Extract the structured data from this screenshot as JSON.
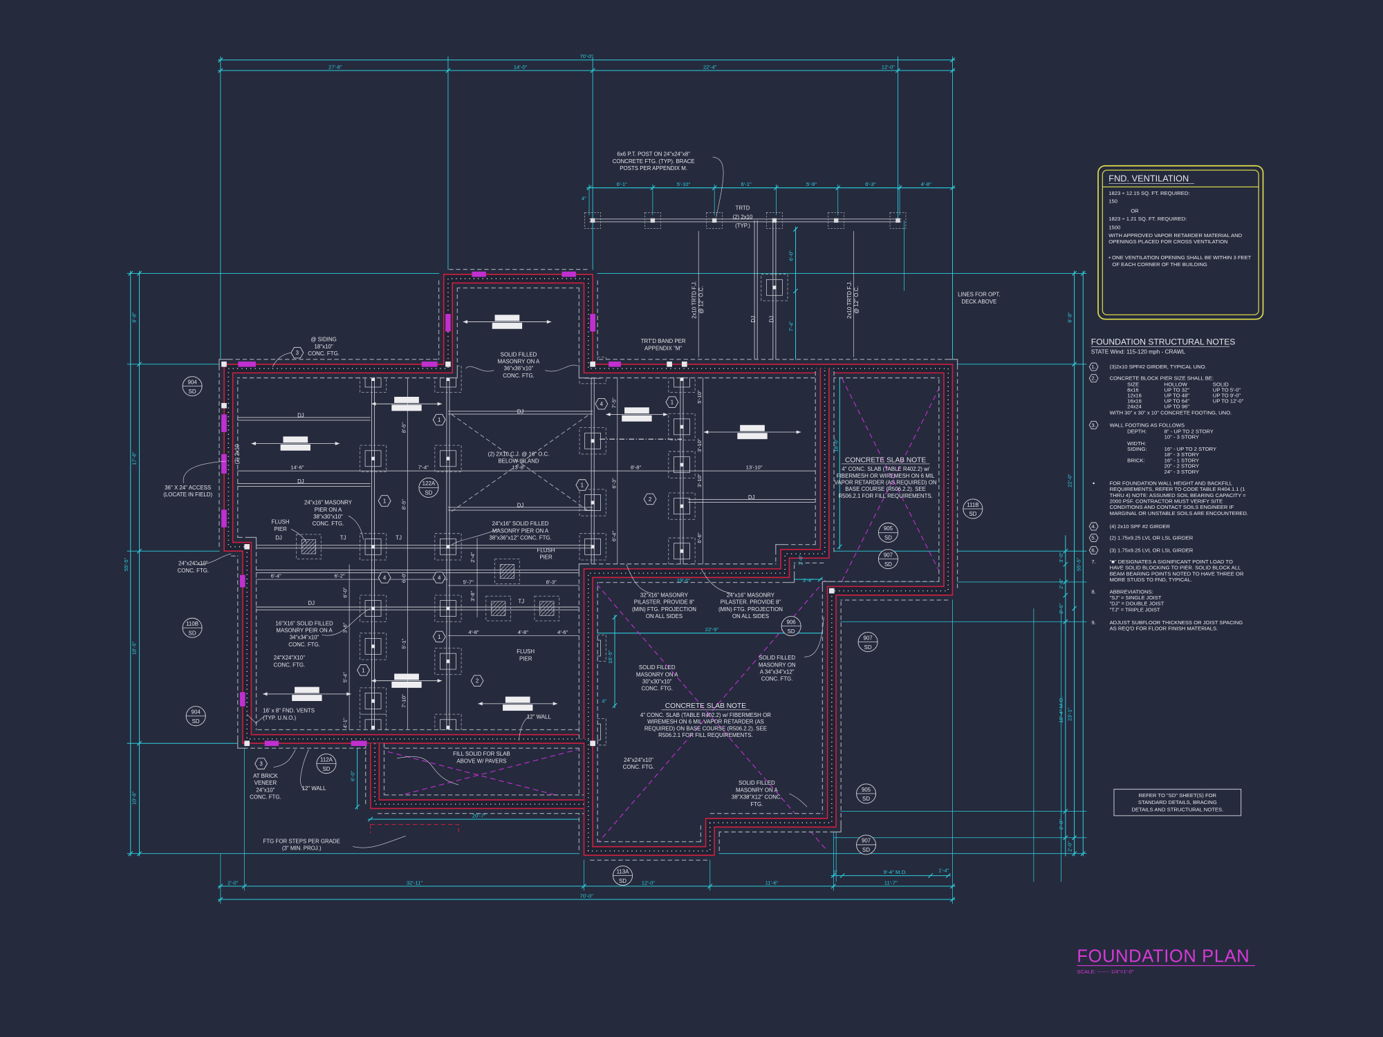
{
  "colors": {
    "background": "#252a3d",
    "dimension": "#2cd0de",
    "wall": "#d02040",
    "vent": "#c030d0",
    "linework": "#e4e4e8",
    "ventilation_box": "#d6d64a",
    "title": "#d83ad8"
  },
  "title": {
    "main": "FOUNDATION PLAN",
    "scale": "SCALE: ------- 1/4\"=1'-0\""
  },
  "ventilation": {
    "heading": "FND. VENTILATION",
    "calc1": "1823 ÷ 12.15 SQ. FT. REQUIRED:",
    "value1": "150",
    "or": "OR",
    "calc2": "1823 ÷ 1.21 SQ. FT. REQUIRED:",
    "value2": "1500",
    "body": [
      "WITH APPROVED VAPOR RETARDER MATERIAL AND",
      "OPENINGS PLACED FOR CROSS VENTILATION"
    ],
    "bullet": [
      "• ONE VENTILATION OPENING SHALL BE WITHIN 3 FEET",
      "OF EACH CORNER OF THE BUILDING"
    ]
  },
  "structural_notes": {
    "heading": "FOUNDATION STRUCTURAL NOTES",
    "subheading": "STATE Wind: 115-120 mph - CRAWL",
    "note1": {
      "tag": "1.",
      "text": "(3)2x10 SPF#2 GIRDER, TYPICAL UNO."
    },
    "note2": {
      "tag": "2.",
      "text": "CONCRETE BLOCK PIER SIZE SHALL BE:"
    },
    "pier_table": {
      "headers": [
        "SIZE",
        "HOLLOW",
        "SOLID"
      ],
      "rows": [
        [
          "8x16",
          "UP TO 32\"",
          "UP TO 5'-0\""
        ],
        [
          "12x16",
          "UP TO 48\"",
          "UP TO 9'-0\""
        ],
        [
          "16x16",
          "UP TO 64\"",
          "UP TO 12'-0\""
        ],
        [
          "24x24",
          "UP TO 96\"",
          ""
        ]
      ],
      "footnote": "WITH 30\" x 30\" x 10\" CONCRETE FOOTING, UNO."
    },
    "note3": {
      "tag": "3.",
      "text": "WALL FOOTING AS FOLLOWS",
      "depth_label": "DEPTH:",
      "depth": [
        "8\" - UP TO 2 STORY",
        "10\" - 3 STORY"
      ],
      "width_label": "WIDTH:",
      "siding_label": "SIDING:",
      "siding": [
        "16\" - UP TO 2 STORY",
        "18\" - 3 STORY"
      ],
      "brick_label": "BRICK:",
      "brick": [
        "16\" - 1 STORY",
        "20\" - 2 STORY",
        "24\" - 3 STORY"
      ]
    },
    "wall_height_note": [
      "FOR FOUNDATION WALL HEIGHT AND BACKFILL",
      "REQUIREMENTS, REFER TO CODE TABLE R404.1.1 (1",
      "THRU 4) NOTE: ASSUMED SOIL BEARING CAPACITY =",
      "2000 PSF. CONTRACTOR MUST VERIFY SITE",
      "CONDITIONS AND CONTACT SOILS ENGINEER IF",
      "MARGINAL OR UNSTABLE SOILS ARE ENCOUNTERED."
    ],
    "more": [
      {
        "tag": "4.",
        "lines": [
          "(4) 2x10 SPF #2 GIRDER"
        ]
      },
      {
        "tag": "5.",
        "lines": [
          "(2) 1.75x9.25 LVL OR LSL GIRDER"
        ]
      },
      {
        "tag": "6.",
        "lines": [
          "(3) 1.75x9.25 LVL OR LSL GIRDER"
        ]
      },
      {
        "tag": "7.",
        "lines": [
          "\"■\" DESIGNATES A SIGNIFICANT POINT LOAD TO",
          "HAVE SOLID BLOCKING TO  PIER. SOLID BLOCK ALL",
          "BEAM BEARING POINTS NOTED TO HAVE THREE OR",
          "MORE STUDS TO FND, TYPICAL."
        ]
      },
      {
        "tag": "8.",
        "lines": [
          "ABBREVIATIONS:",
          "\"SJ\" = SINGLE JOIST",
          "\"DJ\" = DOUBLE JOIST",
          "\"TJ\" = TRIPLE JOIST"
        ]
      },
      {
        "tag": "9.",
        "lines": [
          "ADJUST SUBFLOOR THICKNESS OR JOIST SPACING",
          "AS REQ'D FOR FLOOR FINISH MATERIALS."
        ]
      }
    ]
  },
  "refer_box": [
    "REFER TO \"SD\"  SHEET(S) FOR",
    "STANDARD DETAILS, BRACING",
    "DETAILS AND STRUCTURAL NOTES."
  ],
  "plan": {
    "dimensions_exterior": [
      "70'-0\"",
      "27'-8\"",
      "14'-0\"",
      "22'-4\"",
      "12'-0\"",
      "6'-1\"",
      "5'-10\"",
      "6'-1\"",
      "5'-9\"",
      "6'-3\"",
      "4'-8\"",
      "4\"",
      "8'-8\"",
      "17'-8\"",
      "55'-5\"",
      "18'-5\"",
      "10'-8\"",
      "8'-8\"",
      "22'-0\"",
      "55'-5\"",
      "3'-0\"",
      "2'-0\"",
      "2'-6\"",
      "18'-4\" M.O.",
      "23'-1\"",
      "2'-0\"",
      "2'-0\"",
      "2'-0\"",
      "32'-11\"",
      "12'-0\"",
      "11'-6\"",
      "11'-7\"",
      "70'-0\"",
      "9'-4\" M.O.",
      "1'-4\"",
      "1'",
      "19'-0\"",
      "3'-4\"",
      "2'-0\"",
      "22'-9\"",
      "16'-5\"",
      "4\"",
      "6'-0\"",
      "20'-7\"",
      "18'-0\"",
      "6'-0\"",
      "7'-4\""
    ],
    "dimensions_framing": [
      "14'-6\"",
      "7'-4\"",
      "13'-8\"",
      "8'-8\"",
      "13'-10\"",
      "8'-5\"",
      "8'-5\"",
      "7'-5\"",
      "5'-10\"",
      "3'-10\"",
      "3'-10\"",
      "6'-3\"",
      "6'-4\"",
      "6'-6\"",
      "6'-4\"",
      "6'-2\"",
      "5'-7\"",
      "8'-3\"",
      "6'-0\"",
      "6'-0\"",
      "3'-8\"",
      "2'-4\"",
      "4'-8\"",
      "4'-8\"",
      "4'-6\"",
      "3'-6\"",
      "5'-1\"",
      "5'-4\"",
      "7'-10\"",
      "4'-1\""
    ],
    "joist_marks": [
      "DJ",
      "DJ",
      "DJ",
      "DJ",
      "DJ",
      "DJ",
      "TJ",
      "TJ",
      "DJ",
      "TJ",
      "DJ",
      "DJ"
    ],
    "notes": [
      {
        "lines": [
          "6x6 P.T. POST ON 24\"x24\"x8\"",
          "CONCRETE FTG. (TYP). BRACE",
          "POSTS PER APPENDIX M."
        ]
      },
      {
        "lines": [
          "TRTD",
          "(2) 2x10",
          "(TYP.)"
        ]
      },
      {
        "lines": [
          "2x10 TRTD F.J.",
          "@ 12\" O.C."
        ]
      },
      {
        "lines": [
          "2x10 TRTD F.J.",
          "@ 12\" O.C."
        ]
      },
      {
        "lines": [
          "LINES FOR OPT.",
          "DECK ABOVE"
        ]
      },
      {
        "lines": [
          "@ SIDING",
          "18\"x10\"",
          "CONC. FTG."
        ]
      },
      {
        "lines": [
          "SOLID FILLED",
          "MASONRY ON A",
          "36\"x36\"x10\"",
          "CONC. FTG."
        ]
      },
      {
        "lines": [
          "TRT'D BAND PER",
          "APPENDIX \"M\""
        ]
      },
      {
        "lines": [
          "(2) 2x10"
        ]
      },
      {
        "lines": [
          "36\" X 24\" ACCESS",
          "(LOCATE IN FIELD)"
        ]
      },
      {
        "lines": [
          "(2) 2X10 C.J. @ 16\" O.C.",
          "BELOW ISLAND"
        ]
      },
      {
        "lines": [
          "24\"x16\" MASONRY",
          "PIER ON A",
          "38\"x30\"x10\"",
          "CONC. FTG."
        ]
      },
      {
        "lines": [
          "FLUSH",
          "PIER"
        ]
      },
      {
        "lines": [
          "24\"x16\" SOLID FILLED",
          "MASONRY PIER ON A",
          "38\"x36\"x12\" CONC. FTG."
        ]
      },
      {
        "lines": [
          "FLUSH",
          "PIER"
        ]
      },
      {
        "lines": [
          "24\"x24\"x10\"",
          "CONC. FTG."
        ]
      },
      {
        "lines": [
          "16\"X16\" SOLID FILLED",
          "MASONRY PEIR ON A",
          "34\"x34\"x10\"",
          "CONC. FTG."
        ]
      },
      {
        "lines": [
          "24\"X24\"X10\"",
          "CONC. FTG."
        ]
      },
      {
        "lines": [
          "FLUSH",
          "PIER"
        ]
      },
      {
        "lines": [
          "16' x 8\" FND. VENTS",
          "(TYP. U.N.O.)"
        ]
      },
      {
        "lines": [
          "12\" WALL"
        ]
      },
      {
        "lines": [
          "AT BRICK",
          "VENEER",
          "24\"x10\"",
          "CONC. FTG."
        ]
      },
      {
        "lines": [
          "12\" WALL"
        ]
      },
      {
        "lines": [
          "FILL SOLID FOR SLAB",
          "ABOVE W/ PAVERS"
        ]
      },
      {
        "lines": [
          "FTG FOR STEPS PER GRADE",
          "(3\" MIN. PROJ.)"
        ]
      },
      {
        "lines": [
          "32\"x16\" MASONRY",
          "PILASTER.  PROVIDE 8\"",
          "(MIN) FTG. PROJECTION",
          "ON ALL SIDES"
        ]
      },
      {
        "lines": [
          "24\"x16\" MASONRY",
          "PILASTER.  PROVIDE 8\"",
          "(MIN) FTG. PROJECTION",
          "ON ALL SIDES"
        ]
      },
      {
        "lines": [
          "SOLID FILLED",
          "MASONRY ON A",
          "30\"x30\"x10\"",
          "CONC. FTG."
        ]
      },
      {
        "lines": [
          "SOLID FILLED",
          "MASONRY ON",
          "A 34\"x34\"x12\"",
          "CONC. FTG."
        ]
      },
      {
        "lines": [
          "24\"x24\"x10\"",
          "CONC. FTG."
        ]
      },
      {
        "lines": [
          "SOLID FILLED",
          "MASONRY ON A",
          "38\"X38\"X12\" CONC.",
          "FTG."
        ]
      }
    ],
    "slab_notes": [
      {
        "heading": "CONCRETE SLAB NOTE",
        "lines": [
          "4\" CONC. SLAB (TABLE R402.2) w/ FIBERMESH OR",
          "WIREMESH ON 6 MIL VAPOR RETARDER (AS",
          "REQUIRED) ON BASE COURSE (R506.2.2). SEE",
          "R506.2.1 FOR FILL REQUIREMENTS."
        ]
      },
      {
        "heading": "CONCRETE SLAB NOTE",
        "lines": [
          "4\" CONC. SLAB (TABLE R402.2) w/",
          "FIBERMESH OR WIREMESH ON 6 MIL",
          "VAPOR RETARDER (AS REQUIRED) ON",
          "BASE COURSE (R506.2.2). SEE",
          "R506.2.1 FOR FILL REQUIREMENTS."
        ]
      }
    ],
    "section_callouts": [
      {
        "top": "904",
        "bottom": "SD"
      },
      {
        "top": "122A",
        "bottom": "SD"
      },
      {
        "top": "111B",
        "bottom": "SD"
      },
      {
        "top": "905",
        "bottom": "SD"
      },
      {
        "top": "907",
        "bottom": "SD"
      },
      {
        "top": "110B",
        "bottom": "SD"
      },
      {
        "top": "906",
        "bottom": "SD"
      },
      {
        "top": "907",
        "bottom": "SD"
      },
      {
        "top": "904",
        "bottom": "SD"
      },
      {
        "top": "112A",
        "bottom": "SD"
      },
      {
        "top": "905",
        "bottom": "SD"
      },
      {
        "top": "907",
        "bottom": "SD"
      },
      {
        "top": "113A",
        "bottom": "SD"
      }
    ],
    "tags": [
      "3",
      "1",
      "1",
      "4",
      "4",
      "1",
      "1",
      "2",
      "4",
      "1",
      "1",
      "2",
      "3"
    ]
  }
}
